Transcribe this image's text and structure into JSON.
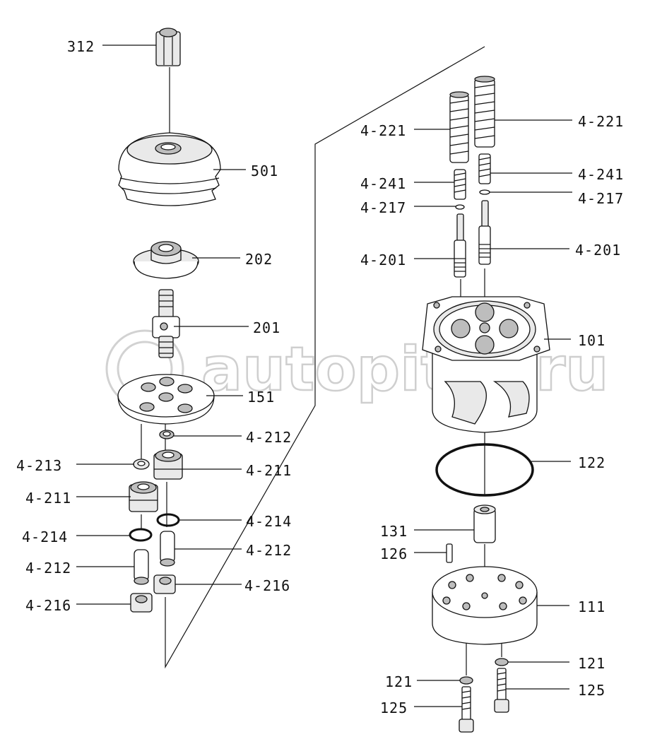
{
  "watermark": "autopiter.ru",
  "labels": {
    "l312": "312",
    "l501": "501",
    "l202": "202",
    "l201": "201",
    "l151": "151",
    "l4212a": "4-212",
    "l4213": "4-213",
    "l4211a": "4-211",
    "l4211b": "4-211",
    "l4214a": "4-214",
    "l4214b": "4-214",
    "l4212b": "4-212",
    "l4212c": "4-212",
    "l4216a": "4-216",
    "l4216b": "4-216",
    "l4221a": "4-221",
    "l4221b": "4-221",
    "l4241a": "4-241",
    "l4241b": "4-241",
    "l4217a": "4-217",
    "l4217b": "4-217",
    "l4201a": "4-201",
    "l4201b": "4-201",
    "l101": "101",
    "l122": "122",
    "l131": "131",
    "l126": "126",
    "l111": "111",
    "l121a": "121",
    "l121b": "121",
    "l125a": "125",
    "l125b": "125"
  }
}
